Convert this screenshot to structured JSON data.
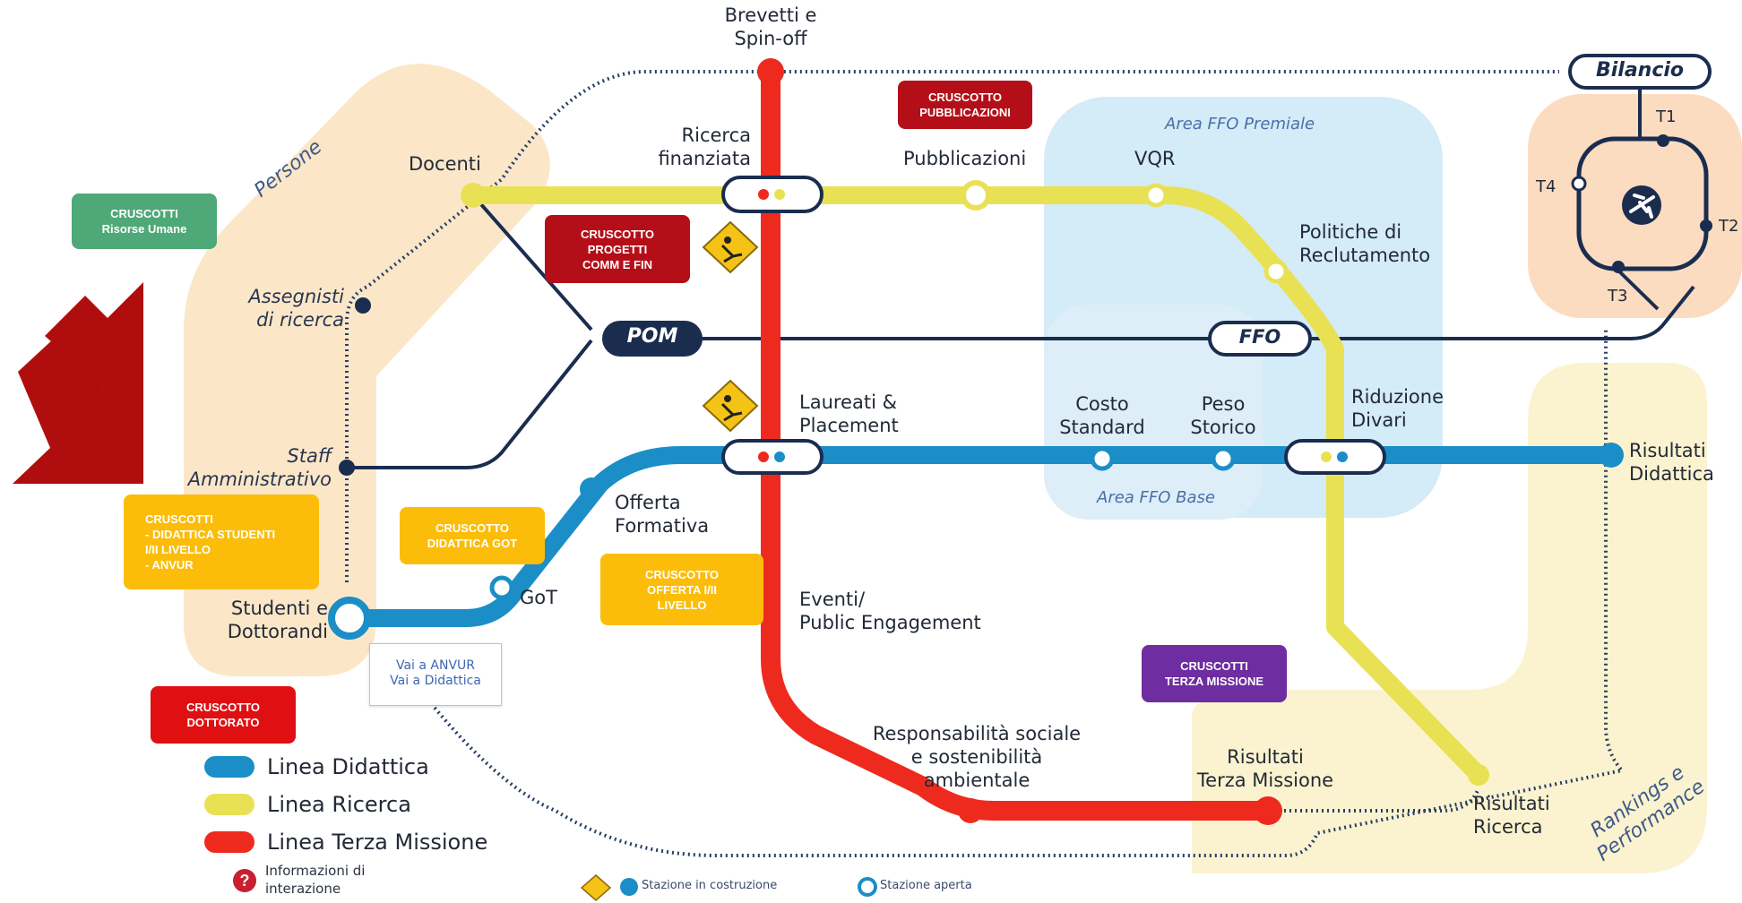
{
  "colors": {
    "didattica": "#1b8ec7",
    "ricerca": "#e9e154",
    "terza_missione": "#ee2a1f",
    "navy": "#1b2d4f",
    "persone_bg": "#fbe7c8",
    "ffo_bg": "#d4ebf8",
    "bilancio_bg": "#fbdcc0",
    "rankings_bg": "#fbf3cf",
    "btn_green": "#4fa877",
    "btn_red": "#e00f12",
    "btn_darkred": "#b40f18",
    "btn_yellow": "#fbbd09",
    "btn_purple": "#6e2da0",
    "arrow": "#b00e0e"
  },
  "areas": {
    "persone": "Persone",
    "ffo_premiale": "Area FFO Premiale",
    "ffo_base": "Area FFO Base",
    "rankings": "Rankings e\nPerformance"
  },
  "pills": {
    "bilancio": "Bilancio",
    "pom": "POM",
    "ffo": "FFO"
  },
  "airport": {
    "t1": "T1",
    "t2": "T2",
    "t3": "T3",
    "t4": "T4",
    "icon": "airplane-icon"
  },
  "stations": {
    "brevetti": "Brevetti e\nSpin-off",
    "ricerca_finanziata": "Ricerca\nfinanziata",
    "pubblicazioni": "Pubblicazioni",
    "vqr": "VQR",
    "politiche": "Politiche di\nReclutamento",
    "docenti": "Docenti",
    "assegnisti": "Assegnisti\ndi ricerca",
    "staff": "Staff\nAmministrativo",
    "laureati": "Laureati &\nPlacement",
    "costo_standard": "Costo\nStandard",
    "peso_storico": "Peso\nStorico",
    "riduzione_divari": "Riduzione\nDivari",
    "risultati_didattica": "Risultati\nDidattica",
    "offerta_formativa": "Offerta\nFormativa",
    "got": "GoT",
    "studenti": "Studenti e\nDottorandi",
    "eventi": "Eventi/\nPublic Engagement",
    "responsabilita": "Responsabilità sociale\ne sostenibilità\nambientale",
    "risultati_terza": "Risultati\nTerza Missione",
    "risultati_ricerca": "Risultati\nRicerca"
  },
  "buttons": {
    "risorse_umane": "CRUSCOTTI\nRisorse Umane",
    "pubblicazioni": "CRUSCOTTO\nPUBBLICAZIONI",
    "progetti": "CRUSCOTTO\nPROGETTI\nCOMM E FIN",
    "didattica_studenti": "CRUSCOTTI\n- DIDATTICA STUDENTI\nI/II LIVELLO\n- ANVUR",
    "didattica_got": "CRUSCOTTO\nDIDATTICA GOT",
    "offerta": "CRUSCOTTO\nOFFERTA I/II\nLIVELLO",
    "terza_missione": "CRUSCOTTI\nTERZA MISSIONE",
    "dottorato": "CRUSCOTTO\nDOTTORATO"
  },
  "links": {
    "anvur": "Vai a ANVUR",
    "didattica": "Vai a Didattica"
  },
  "legend": {
    "didattica": "Linea Didattica",
    "ricerca": "Linea Ricerca",
    "terza": "Linea Terza Missione",
    "info": "Informazioni di\ninterazione",
    "in_costruzione": "Stazione in costruzione",
    "aperta": "Stazione aperta"
  }
}
